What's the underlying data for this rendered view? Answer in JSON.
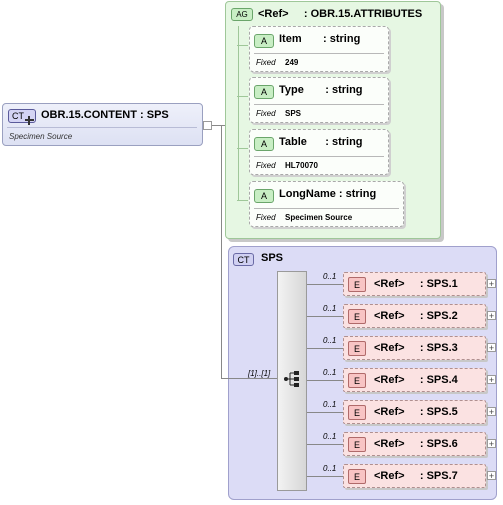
{
  "content_type": {
    "badge": "CT",
    "title": "OBR.15.CONTENT : SPS",
    "description": "Specimen Source"
  },
  "attribute_group": {
    "badge": "AG",
    "title": "<Ref>     : OBR.15.ATTRIBUTES",
    "attributes": [
      {
        "badge": "A",
        "name": "Item       : string",
        "fixed_label": "Fixed",
        "fixed_value": "249"
      },
      {
        "badge": "A",
        "name": "Type       : string",
        "fixed_label": "Fixed",
        "fixed_value": "SPS"
      },
      {
        "badge": "A",
        "name": "Table      : string",
        "fixed_label": "Fixed",
        "fixed_value": "HL70070"
      },
      {
        "badge": "A",
        "name": "LongName : string",
        "fixed_label": "Fixed",
        "fixed_value": "Specimen Source"
      }
    ]
  },
  "sps_type": {
    "badge": "CT",
    "title": "SPS",
    "sequence_occurrence": "[1]..[1]",
    "elements": [
      {
        "badge": "E",
        "occurrence": "0..1",
        "name": "<Ref>     : SPS.1"
      },
      {
        "badge": "E",
        "occurrence": "0..1",
        "name": "<Ref>     : SPS.2"
      },
      {
        "badge": "E",
        "occurrence": "0..1",
        "name": "<Ref>     : SPS.3"
      },
      {
        "badge": "E",
        "occurrence": "0..1",
        "name": "<Ref>     : SPS.4"
      },
      {
        "badge": "E",
        "occurrence": "0..1",
        "name": "<Ref>     : SPS.5"
      },
      {
        "badge": "E",
        "occurrence": "0..1",
        "name": "<Ref>     : SPS.6"
      },
      {
        "badge": "E",
        "occurrence": "0..1",
        "name": "<Ref>     : SPS.7"
      }
    ]
  }
}
